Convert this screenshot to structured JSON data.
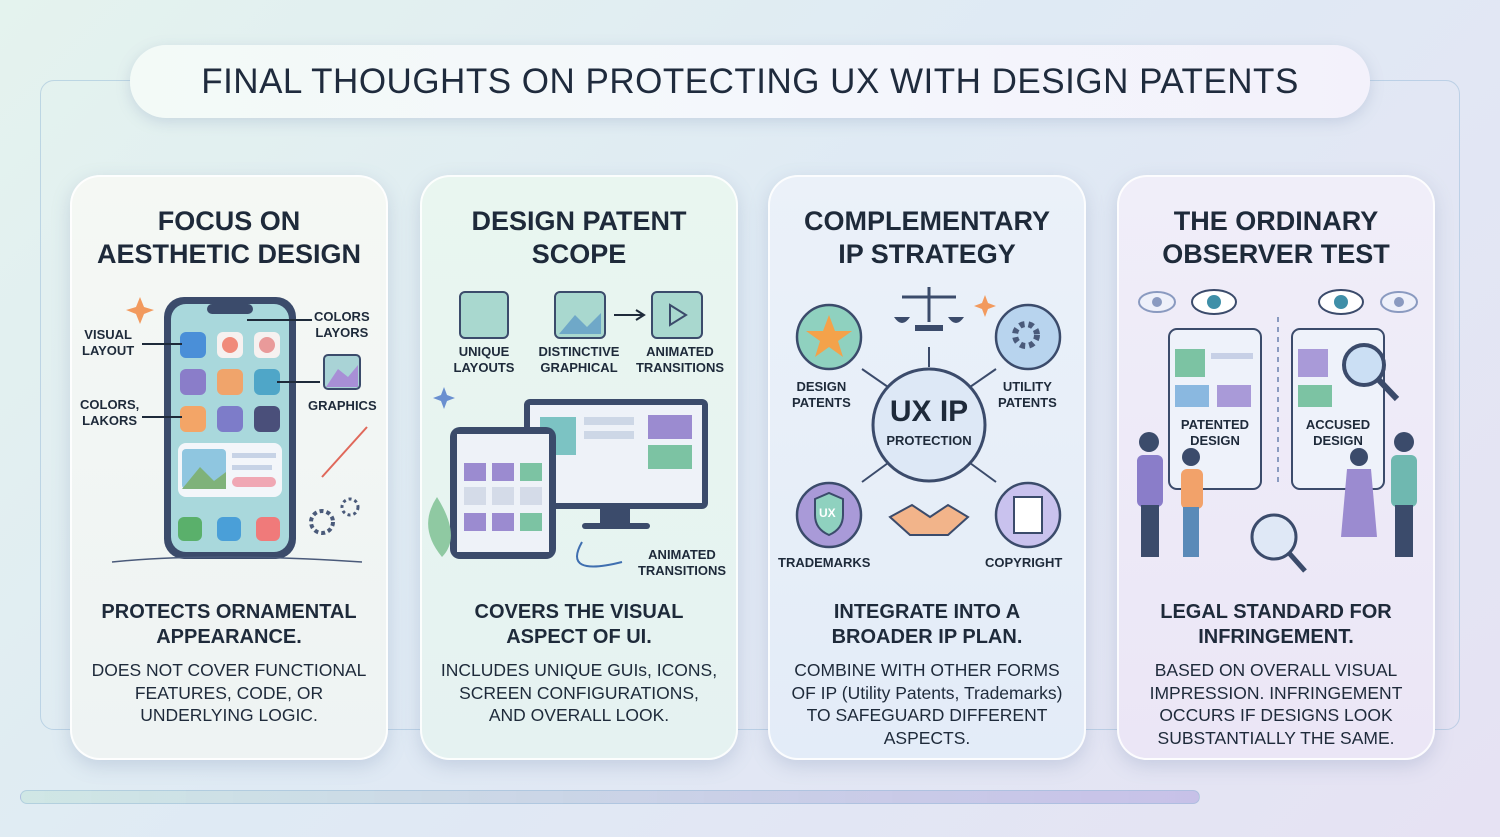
{
  "title": "FINAL THOUGHTS ON PROTECTING UX WITH DESIGN PATENTS",
  "cards": [
    {
      "title": "FOCUS ON\nAESTHETIC DESIGN",
      "headline": "PROTECTS ORNAMENTAL\nAPPEARANCE.",
      "body": "DOES NOT COVER FUNCTIONAL\nFEATURES, CODE, OR\nUNDERLYING LOGIC.",
      "labels": {
        "visual_layout": "VISUAL\nLAYOUT",
        "colors_layors": "COLORS\nLAYORS",
        "colors_lakors": "COLORS,\nLAKORS",
        "graphics": "GRAPHICS"
      }
    },
    {
      "title": "DESIGN PATENT\nSCOPE",
      "headline": "COVERS THE VISUAL\nASPECT OF UI.",
      "body": "INCLUDES UNIQUE GUIs, ICONS,\nSCREEN CONFIGURATIONS,\nAND OVERALL LOOK.",
      "labels": {
        "unique_layouts": "UNIQUE\nLAYOUTS",
        "distinctive_graphical": "DISTINCTIVE\nGRAPHICAL",
        "animated_transitions": "ANIMATED\nTRANSITIONS",
        "animated_transitions_2": "ANIMATED\nTRANSITIONS"
      }
    },
    {
      "title": "COMPLEMENTARY\nIP STRATEGY",
      "headline": "INTEGRATE INTO A\nBROADER IP PLAN.",
      "body": "COMBINE WITH OTHER FORMS\nOF IP (Utility Patents, Trademarks)\nTO SAFEGUARD DIFFERENT\nASPECTS.",
      "labels": {
        "center_title": "UX IP",
        "center_sub": "PROTECTION",
        "design_patents": "DESIGN\nPATENTS",
        "utility_patents": "UTILITY\nPATENTS",
        "trademarks": "TRADEMARKS",
        "copyright": "COPYRIGHT",
        "tm_badge": "UX"
      }
    },
    {
      "title": "THE ORDINARY\nOBSERVER TEST",
      "headline": "LEGAL STANDARD FOR\nINFRINGEMENT.",
      "body": "BASED ON OVERALL VISUAL\nIMPRESSION. INFRINGEMENT\nOCCURS IF DESIGNS LOOK\nSUBSTANTIALLY THE SAME.",
      "labels": {
        "patented_design": "PATENTED\nDESIGN",
        "accused_design": "ACCUSED\nDESIGN"
      }
    }
  ]
}
